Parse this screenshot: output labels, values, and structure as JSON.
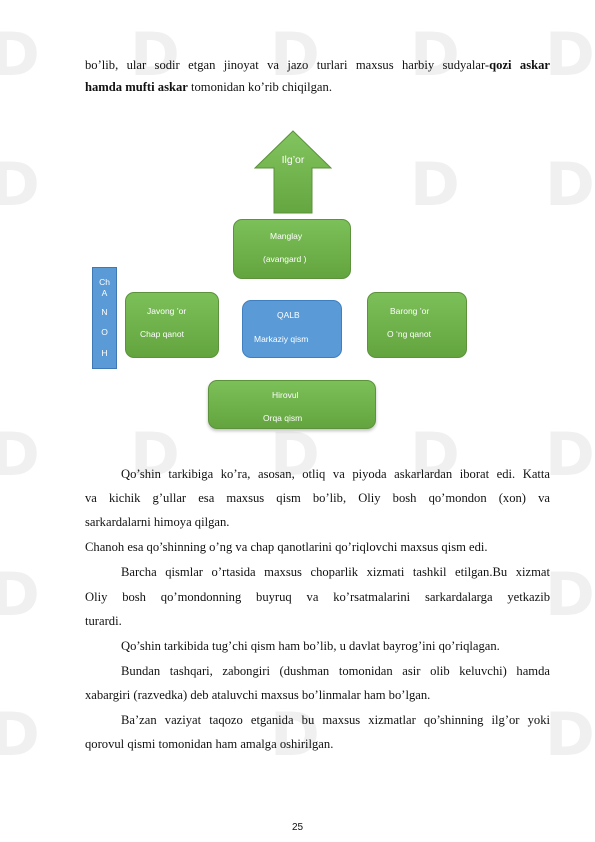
{
  "watermark": "D",
  "intro": {
    "line1": "bo’lib, ular sodir etgan jinoyat va jazo turlari maxsus harbiy sudyalar-",
    "bold1": "qozi askar",
    "bold2": "hamda mufti askar",
    "rest": " tomonidan ko’rib chiqilgan."
  },
  "diagram": {
    "arrow_label": "Ilg’or",
    "manglay": {
      "line1": "Manglay",
      "line2": "(avangard     )"
    },
    "chanoh": [
      "Ch",
      "A",
      "N",
      "O",
      "H"
    ],
    "javong": {
      "line1": "Javong    ’or",
      "line2": "Chap qanot"
    },
    "qalb": {
      "line1": "QALB",
      "line2": "Markaziy qism"
    },
    "barong": {
      "line1": "Barong    ’or",
      "line2": "O ‘ng qanot"
    },
    "hirovul": {
      "line1": "Hirovul",
      "line2": "Orqa qism"
    }
  },
  "paragraphs": {
    "p1a": "Qo’shin tarkibiga ko’ra, asosan, otliq va piyoda askarlardan iborat edi. Katta",
    "p1b": "va   kichik   g’ullar   esa   maxsus   qism   bo’lib,   Oliy   bosh   qo’mondon   (xon)   va",
    "p1c": "sarkardalarni himoya qilgan.",
    "p2": "Chanoh esa qo’shinning o’ng va chap qanotlarini qo’riqlovchi maxsus qism edi.",
    "p3a": "Barcha qismlar o’rtasida maxsus choparlik xizmati tashkil etilgan.Bu xizmat",
    "p3b": "Oliy   bosh   qo’mondonning   buyruq   va   ko’rsatmalarini   sarkardalarga   yetkazib",
    "p3c": "turardi.",
    "p4": "Qo’shin tarkibida tug’chi qism ham bo’lib, u davlat bayrog’ini qo’riqlagan.",
    "p5a": "Bundan tashqari, zabongiri (dushman tomonidan asir olib keluvchi) hamda",
    "p5b": "xabargiri (razvedka) deb ataluvchi maxsus bo’linmalar ham bo’lgan.",
    "p6a": "Ba’zan vaziyat taqozo etganida bu maxsus xizmatlar qo’shinning ilg’or yoki",
    "p6b": "qorovul qismi tomonidan ham amalga oshirilgan."
  },
  "page_number": "25"
}
